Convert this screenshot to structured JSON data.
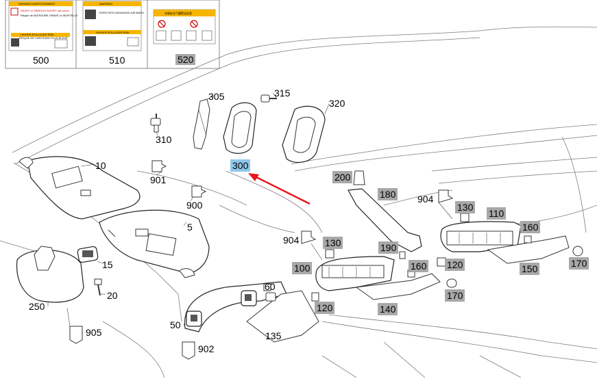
{
  "labels_panel": {
    "codes": [
      "500",
      "510",
      "520"
    ],
    "label_500": {
      "heading": "WARNING AVERTISSEMENT",
      "line1": "DEATH or SERIOUS INJURY can occur",
      "line2": "Risque de BLESSURE GRAVE ou MORTELLE",
      "footer_en": "HIGHER ROLLOVER RISK",
      "footer_fr": "RISQUE DE CAPOTAGE PLUS ÉLEVÉ"
    },
    "label_510": {
      "heading": "WARNING",
      "line1": "EVEN WITH ADVANCED AIR BAGS",
      "footer": "HIGHER ROLLOVER RISK"
    },
    "label_520": {
      "line1": "车辆安全气囊警告标签"
    }
  },
  "callouts": [
    {
      "id": "305",
      "style": "plain"
    },
    {
      "id": "315",
      "style": "plain"
    },
    {
      "id": "320",
      "style": "plain"
    },
    {
      "id": "310",
      "style": "plain"
    },
    {
      "id": "300",
      "style": "selected"
    },
    {
      "id": "10",
      "style": "plain"
    },
    {
      "id": "901",
      "style": "plain"
    },
    {
      "id": "900",
      "style": "plain"
    },
    {
      "id": "5",
      "style": "plain"
    },
    {
      "id": "15",
      "style": "plain"
    },
    {
      "id": "20",
      "style": "plain"
    },
    {
      "id": "250",
      "style": "plain"
    },
    {
      "id": "905",
      "style": "plain"
    },
    {
      "id": "60",
      "style": "plain"
    },
    {
      "id": "50",
      "style": "plain"
    },
    {
      "id": "902",
      "style": "plain"
    },
    {
      "id": "135",
      "style": "plain"
    },
    {
      "id": "200",
      "style": "grey"
    },
    {
      "id": "180",
      "style": "grey"
    },
    {
      "id": "904",
      "style": "plain"
    },
    {
      "id": "130",
      "style": "grey"
    },
    {
      "id": "190",
      "style": "grey"
    },
    {
      "id": "100",
      "style": "grey"
    },
    {
      "id": "160",
      "style": "grey"
    },
    {
      "id": "120",
      "style": "grey"
    },
    {
      "id": "140",
      "style": "grey"
    },
    {
      "id": "170",
      "style": "grey"
    },
    {
      "id": "904",
      "style": "plain"
    },
    {
      "id": "130",
      "style": "grey"
    },
    {
      "id": "110",
      "style": "grey"
    },
    {
      "id": "160",
      "style": "grey"
    },
    {
      "id": "120",
      "style": "grey"
    },
    {
      "id": "150",
      "style": "grey"
    },
    {
      "id": "170",
      "style": "grey"
    }
  ],
  "colors": {
    "selected_bg": "#8fc7ea",
    "grey_bg": "#a8a8a8",
    "arrow": "#e8161b",
    "line": "#555555",
    "warn_yellow": "#f6b500"
  }
}
